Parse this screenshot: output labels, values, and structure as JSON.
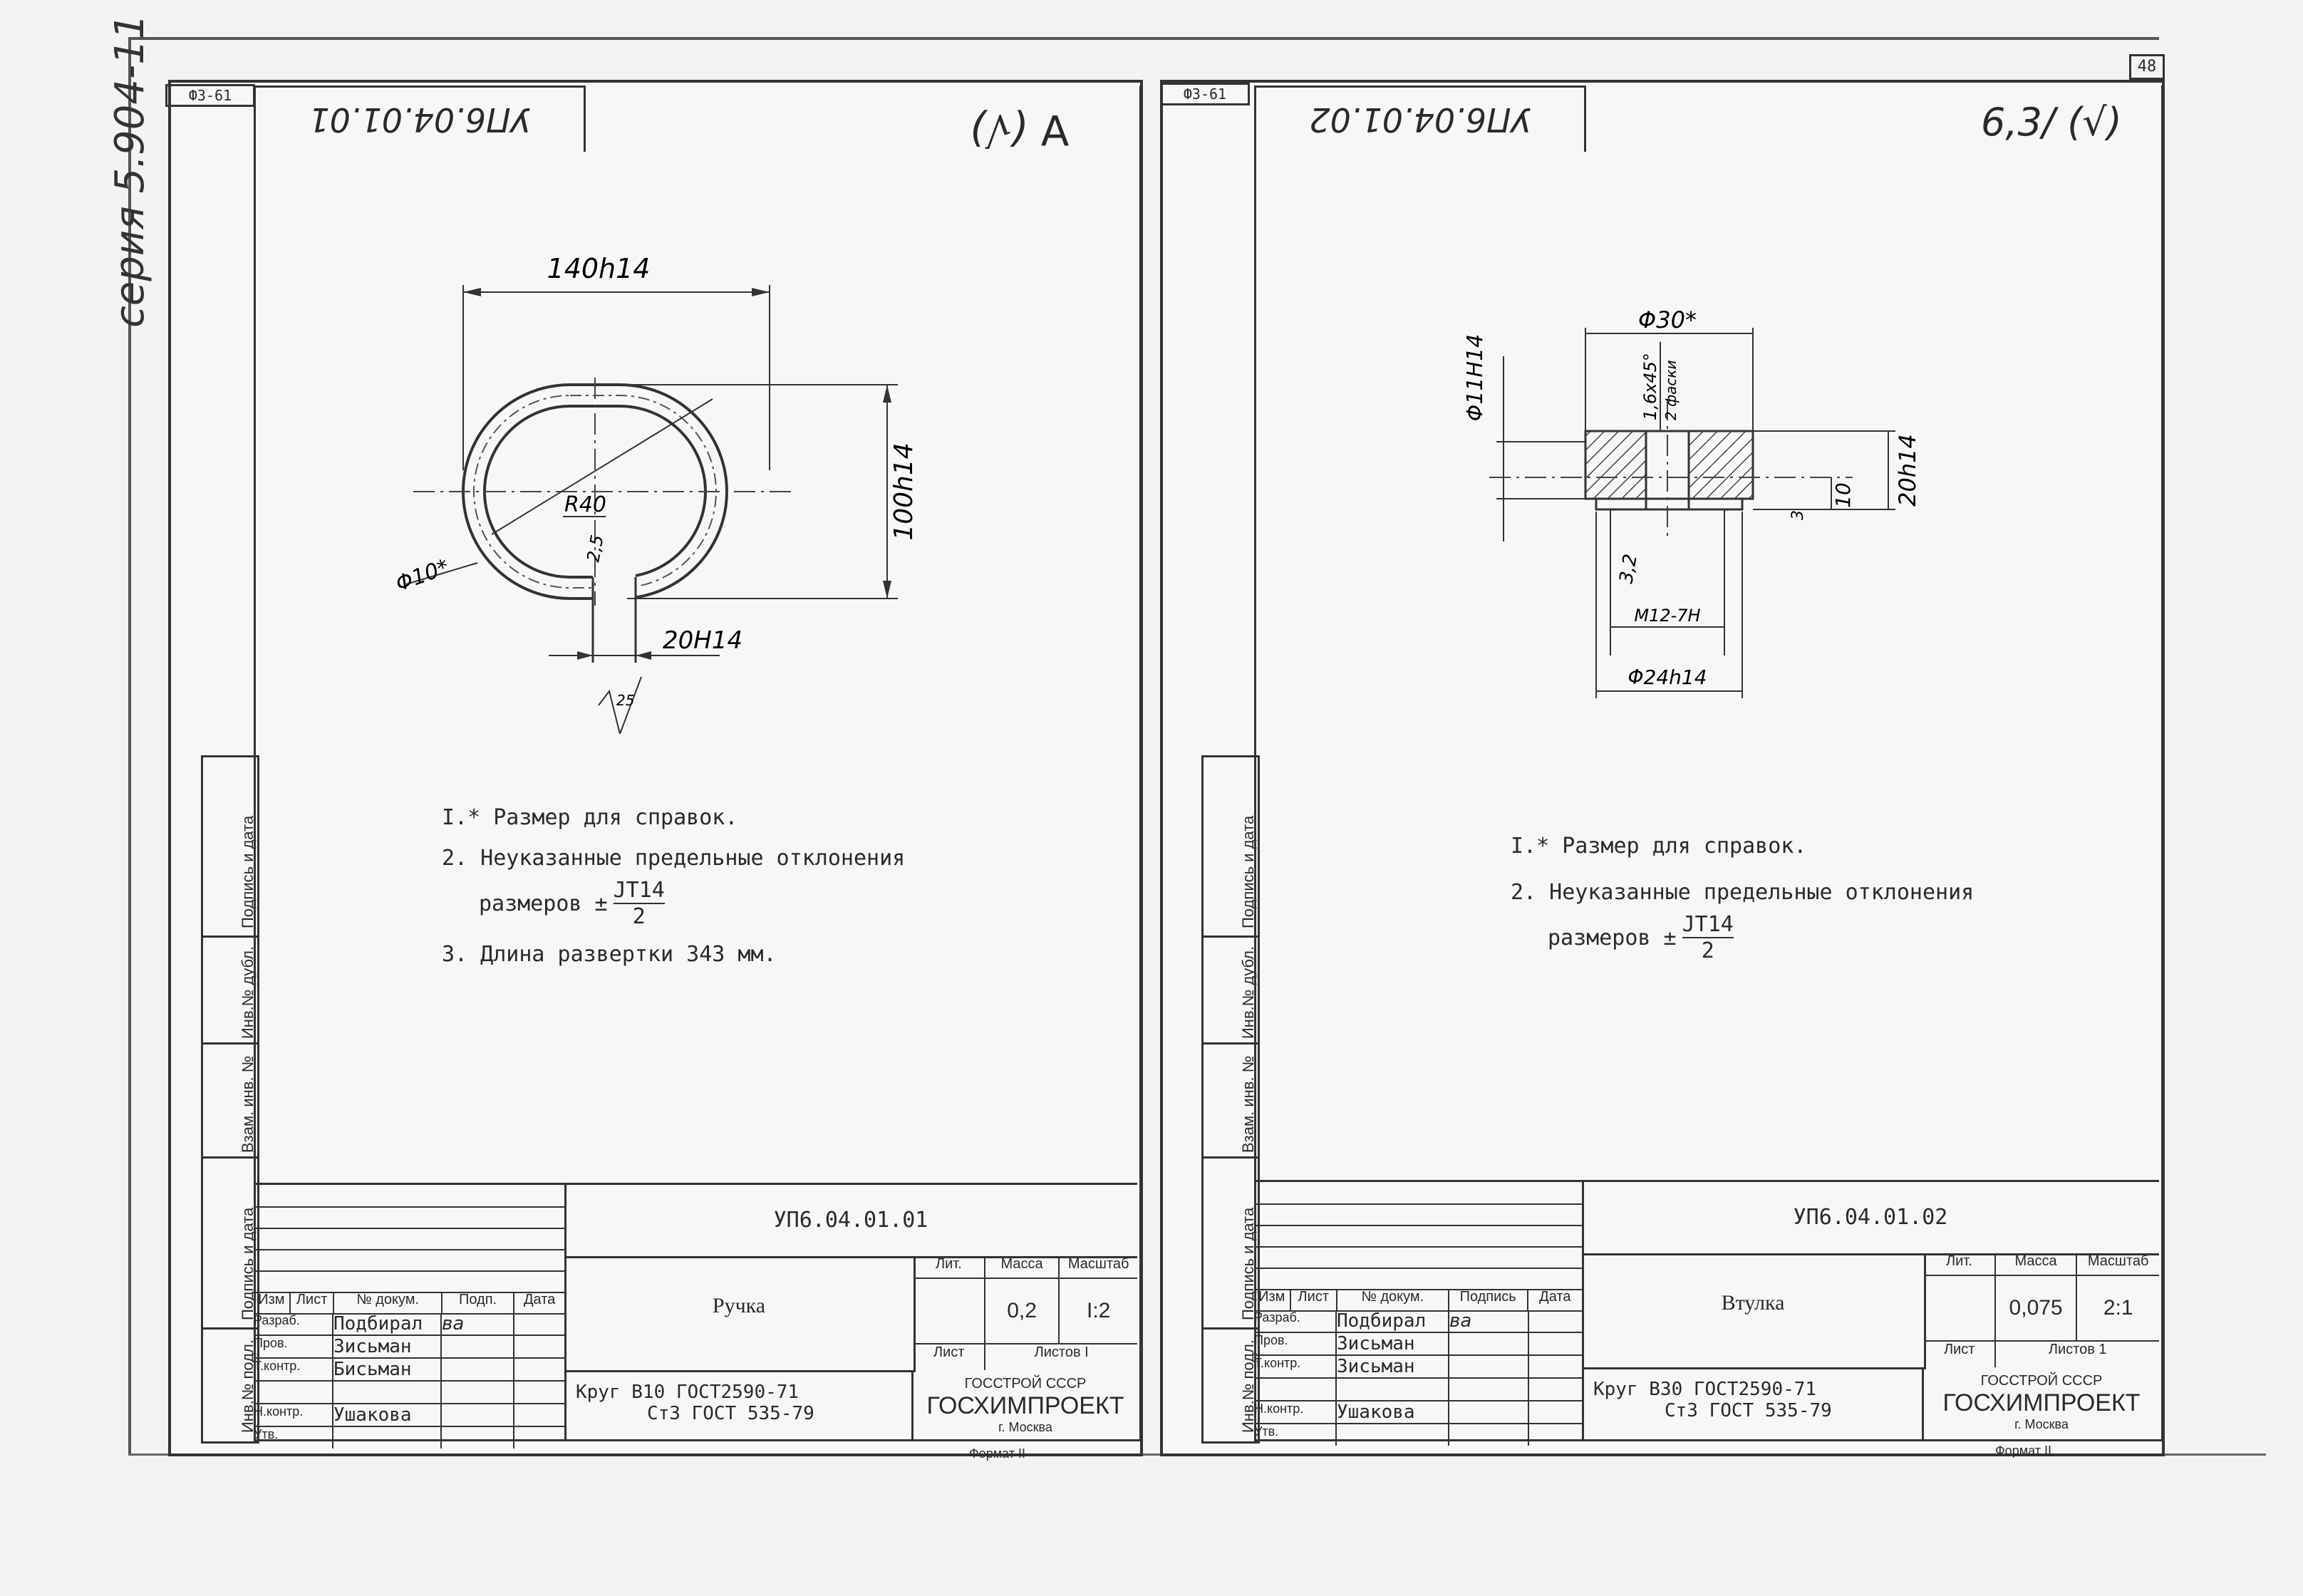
{
  "page_number": "48",
  "series_label": "серия 5.904-11",
  "sheet_format_code": "Ф3-61",
  "side_labels": [
    "Подпись и дата",
    "Инв.№ дубл.",
    "Взам. инв. №",
    "Подпись и дата",
    "Инв.№ подл."
  ],
  "left": {
    "drawing_code_top": "УП6.04.01.01",
    "roughness": "∀ (√)",
    "dims": {
      "width": "140h14",
      "height": "100h14",
      "radius": "R40",
      "diameter": "Φ10*",
      "gap_dim": "2,5",
      "slot": "20H14",
      "rough_mark": "25"
    },
    "notes": {
      "n1": "I.* Размер для справок.",
      "n2": "2. Неуказанные предельные отклонения",
      "n2b": "размеров ± ",
      "n2_num": "JT14",
      "n2_den": "2",
      "n3": "3. Длина развертки 343 мм."
    },
    "title_block": {
      "doc_code": "УП6.04.01.01",
      "name": "Ручка",
      "headers": [
        "Изм",
        "Лист",
        "№ докум.",
        "Подп.",
        "Дата"
      ],
      "rows": [
        {
          "role": "Разраб.",
          "name": "Подбирал",
          "sig": "ва"
        },
        {
          "role": "Пров.",
          "name": "Зисьман",
          "sig": ""
        },
        {
          "role": "Т.контр.",
          "name": "Бисьман",
          "sig": ""
        },
        {
          "role": "",
          "name": "",
          "sig": ""
        },
        {
          "role": "Н.контр.",
          "name": "Ушакова",
          "sig": ""
        },
        {
          "role": "Утв.",
          "name": "",
          "sig": ""
        }
      ],
      "lit_label": "Лит.",
      "mass_label": "Масса",
      "scale_label": "Масштаб",
      "mass": "0,2",
      "scale": "I:2",
      "sheet_label": "Лист",
      "sheets_label": "Листов  I",
      "material_line1": "Круг  В10  ГОСТ2590-71",
      "material_line2": "Ст3  ГОСТ 535-79",
      "org1": "ГОССТРОЙ СССР",
      "org2": "ГОСХИМПРОЕКТ",
      "city": "г. Москва",
      "format": "Формат  II"
    }
  },
  "right": {
    "drawing_code_top": "УП6.04.01.02",
    "roughness": "6,3/ (√)",
    "dims": {
      "outer_d": "Φ30*",
      "chamfer": "1,6x45°",
      "chamfer_note": "2 фаски",
      "bore": "Φ11H14",
      "height": "20h14",
      "inner_h": "10",
      "step": "3",
      "rough": "3,2",
      "thread": "M12-7H",
      "base_d": "Φ24h14"
    },
    "notes": {
      "n1": "I.* Размер для справок.",
      "n2": "2. Неуказанные предельные отклонения",
      "n2b": "размеров  ± ",
      "n2_num": "JT14",
      "n2_den": "2"
    },
    "title_block": {
      "doc_code": "УП6.04.01.02",
      "name": "Втулка",
      "headers": [
        "Изм",
        "Лист",
        "№ докум.",
        "Подпись",
        "Дата"
      ],
      "rows": [
        {
          "role": "Разраб.",
          "name": "Подбирал",
          "sig": "ва"
        },
        {
          "role": "Пров.",
          "name": "Зисьман",
          "sig": ""
        },
        {
          "role": "Т.контр.",
          "name": "Зисьман",
          "sig": ""
        },
        {
          "role": "",
          "name": "",
          "sig": ""
        },
        {
          "role": "Н.контр.",
          "name": "Ушакова",
          "sig": ""
        },
        {
          "role": "Утв.",
          "name": "",
          "sig": ""
        }
      ],
      "lit_label": "Лит.",
      "mass_label": "Масса",
      "scale_label": "Масштаб",
      "mass": "0,075",
      "scale": "2:1",
      "sheet_label": "Лист",
      "sheets_label": "Листов  1",
      "material_line1": "Круг  В30  ГОСТ2590-71",
      "material_line2": "Ст3  ГОСТ 535-79",
      "org1": "ГОССТРОЙ СССР",
      "org2": "ГОСХИМПРОЕКТ",
      "city": "г. Москва",
      "format": "Формат  II"
    }
  }
}
